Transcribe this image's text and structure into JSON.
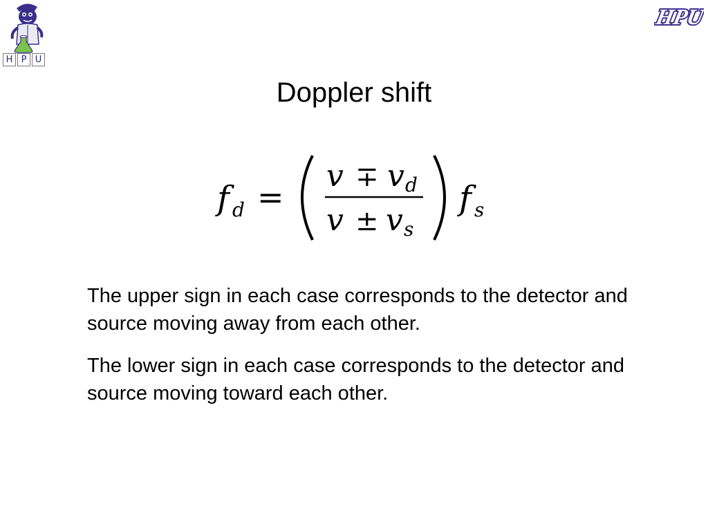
{
  "header": {
    "mascot_tiles": [
      "H",
      "P",
      "U"
    ],
    "logo_text": "HPU"
  },
  "slide": {
    "title": "Doppler shift",
    "formula": {
      "lhs_f": "f",
      "lhs_sub": "d",
      "equals": "=",
      "num_v": "v",
      "num_op": "∓",
      "num_v2": "v",
      "num_sub": "d",
      "den_v": "v",
      "den_op": "±",
      "den_v2": "v",
      "den_sub": "s",
      "rhs_f": "f",
      "rhs_sub": "s"
    },
    "paragraphs": [
      "The upper sign in each case corresponds to the detector and source moving away from each other.",
      "The lower sign in each case corresponds to the detector and source moving toward each other."
    ]
  },
  "colors": {
    "mascot_purple": "#3b2e8c",
    "mascot_green": "#7cc34a",
    "logo_purple": "#3d2f8f"
  }
}
